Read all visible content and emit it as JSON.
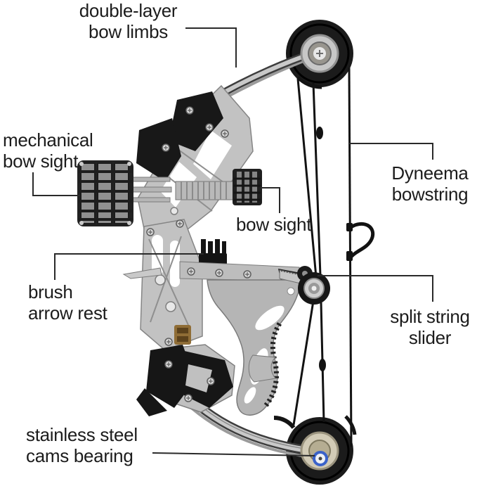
{
  "figure": {
    "kind": "annotated product parts diagram",
    "subject_depicted": "mini compound bow"
  },
  "colors": {
    "background": "#ffffff",
    "label_text": "#1c1c1c",
    "callout_line": "#2a2a2a",
    "metal_silver": "#bdbdbd",
    "matte_black": "#1b1b1b",
    "bearing_cream": "#cfc8b2",
    "hub_blue": "#3a62c9",
    "logo_gold": "#8f6d36"
  },
  "labels": {
    "double_layer_bow_limbs": {
      "line1": "double-layer",
      "line2": "bow limbs"
    },
    "mechanical_bow_sight": {
      "line1": "mechanical",
      "line2": "bow sight"
    },
    "bow_sight": {
      "line1": "bow sight"
    },
    "dyneema_bowstring": {
      "line1": "Dyneema",
      "line2": "bowstring"
    },
    "brush_arrow_rest": {
      "line1": "brush",
      "line2": "arrow rest"
    },
    "split_string_slider": {
      "line1": "split string",
      "line2": "slider"
    },
    "stainless_steel_cams_bearing": {
      "line1": "stainless steel",
      "line2": "cams bearing"
    }
  }
}
